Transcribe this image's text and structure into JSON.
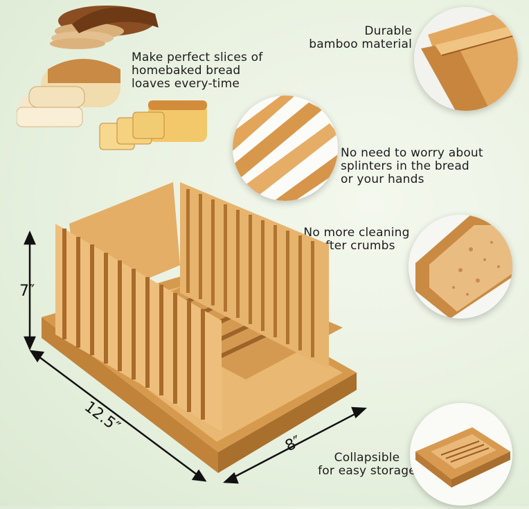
{
  "captions": {
    "slices": [
      "Make perfect slices of",
      "homebaked bread",
      "loaves every-time"
    ],
    "bamboo": [
      "Durable",
      "bamboo material"
    ],
    "splinters": [
      "No need to worry about",
      "splinters in the bread",
      "or your hands"
    ],
    "crumbs": [
      "No more cleaning",
      "after crumbs"
    ],
    "collapsible": [
      "Collapsible",
      "for easy storage"
    ]
  },
  "dimensions": {
    "height": "7″",
    "length": "12.5″",
    "width": "8″"
  },
  "colors": {
    "bamboo_light": "#e9b873",
    "bamboo_mid": "#d69a4e",
    "bamboo_dark": "#b8772f",
    "bread_crust": "#9a5a2a",
    "bread_crumb": "#f3dfb8"
  }
}
